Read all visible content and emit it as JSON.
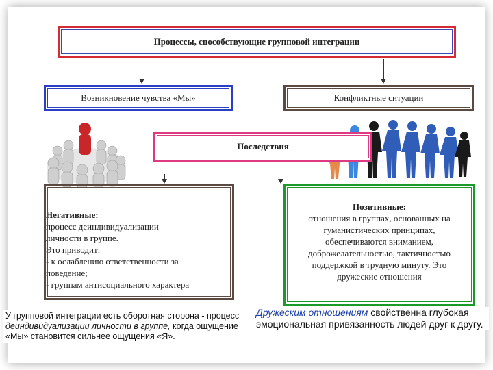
{
  "title_box": "Процессы, способствующие групповой интеграции",
  "we_feeling_box": "Возникновение чувства «Мы»",
  "conflict_box": "Конфликтные ситуации",
  "consequences_box": "Последствия",
  "negative": {
    "heading": "Негативные:",
    "lines": [
      "процесс деиндивидуализации",
      "личности в группе.",
      "Это приводит:",
      "- к ослаблению ответственности за",
      "поведение;",
      "- группам антисоциального характера"
    ]
  },
  "positive": {
    "heading": "Позитивные:",
    "lines": [
      "отношения в группах, основанных на",
      "гуманистических принципах,",
      "обеспечиваются вниманием,",
      "доброжелательностью, тактичностью",
      "поддержкой в трудную минуту. Это",
      "дружеские отношения"
    ]
  },
  "caption_left": {
    "part1": "У групповой интеграции есть оборотная сторона - процесс ",
    "italic": "деиндивидуализации личности в группе,",
    "part2": " когда ощущение «Мы» становится сильнее ощущения «Я»."
  },
  "caption_right": {
    "italic": "Дружеским отношениям",
    "rest": " свойственна глубокая эмоциональная привязанность людей друг к другу."
  },
  "colors": {
    "title_border": "#d42c35",
    "we_border": "#2a3fc6",
    "consequences_border": "#de3a82",
    "positive_border": "#1a9a2a",
    "neutral_border": "#5a4a42"
  }
}
